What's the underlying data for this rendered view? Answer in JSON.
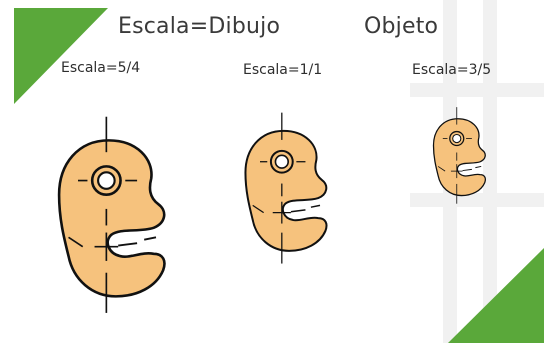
{
  "title": {
    "equation": "Escala=Dibujo",
    "object_word": "Objeto"
  },
  "scales": [
    {
      "label": "Escala=5/4",
      "ratio": 1.25
    },
    {
      "label": "Escala=1/1",
      "ratio": 1.0
    },
    {
      "label": "Escala=3/5",
      "ratio": 0.6
    }
  ],
  "colors": {
    "part_fill": "#f6c27d",
    "part_outline": "#111111",
    "accent_green": "#5aa83a",
    "text": "#333333"
  },
  "icons": {
    "corner_top_left": "green-triangle",
    "corner_bottom_right": "green-triangle",
    "part": "hook-shaped-part-with-hole-and-slot"
  }
}
